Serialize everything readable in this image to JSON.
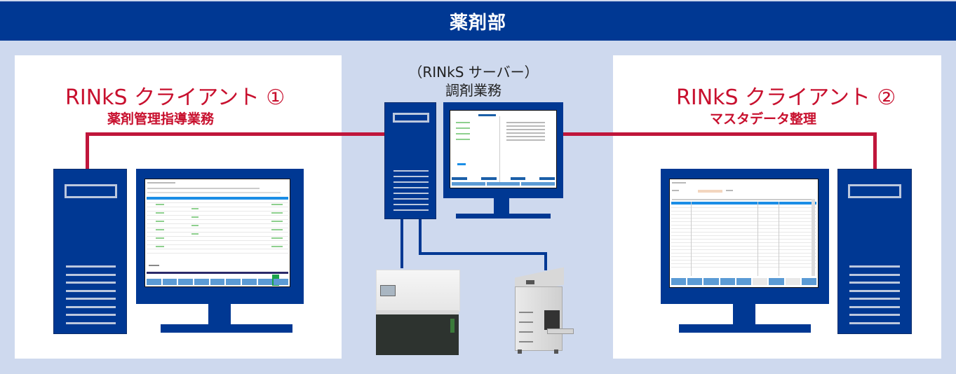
{
  "header": {
    "title": "薬剤部"
  },
  "colors": {
    "header_bg": "#003893",
    "accent_red": "#c8102e",
    "panel_bg": "#ffffff",
    "page_bg": "#ced9ee"
  },
  "client1": {
    "title": "RINkS クライアント ①",
    "subtitle": "薬剤管理指導業務"
  },
  "server": {
    "title": "（RINkS サーバー）",
    "subtitle": "調剤業務"
  },
  "client2": {
    "title": "RINkS クライアント ②",
    "subtitle": "マスタデータ整理"
  },
  "devices": [
    {
      "name": "dispensing-machine"
    },
    {
      "name": "printer"
    }
  ]
}
